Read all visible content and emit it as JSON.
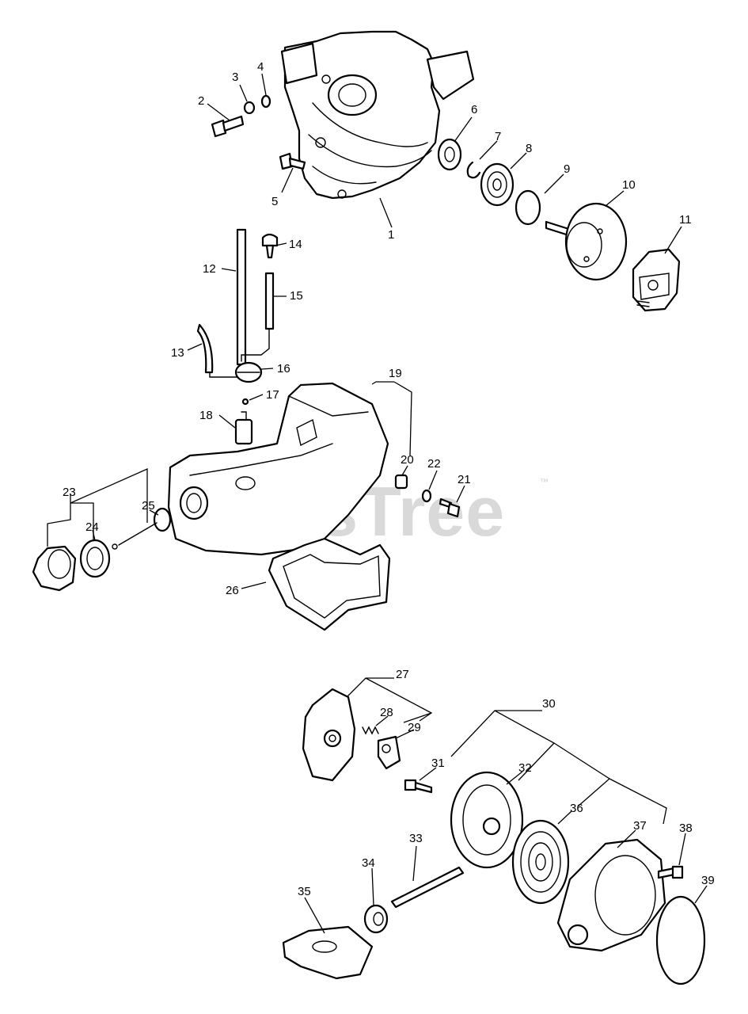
{
  "watermark": {
    "text": "PartsTree",
    "trademark": "™"
  },
  "callouts": [
    "1",
    "2",
    "3",
    "4",
    "5",
    "6",
    "7",
    "8",
    "9",
    "10",
    "11",
    "12",
    "13",
    "14",
    "15",
    "16",
    "17",
    "18",
    "19",
    "20",
    "21",
    "22",
    "23",
    "24",
    "25",
    "26",
    "27",
    "28",
    "29",
    "30",
    "31",
    "32",
    "33",
    "34",
    "35",
    "36",
    "37",
    "38",
    "39"
  ]
}
